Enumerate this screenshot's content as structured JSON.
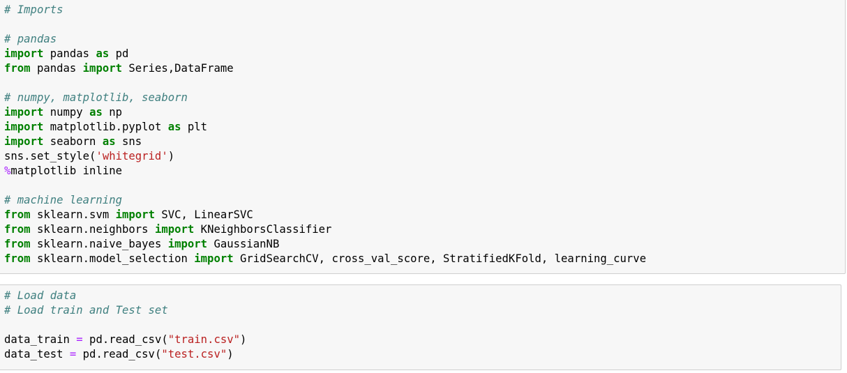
{
  "colors": {
    "comment": "#408080",
    "keyword": "#008000",
    "string": "#ba2121",
    "operator": "#aa22ff",
    "cell_background": "#f7f7f7",
    "cell_border": "#cfcfcf"
  },
  "cells": [
    {
      "lines": [
        [
          {
            "t": "comment",
            "v": "# Imports"
          }
        ],
        [],
        [
          {
            "t": "comment",
            "v": "# pandas"
          }
        ],
        [
          {
            "t": "kw",
            "v": "import"
          },
          {
            "t": "plain",
            "v": " pandas "
          },
          {
            "t": "kw",
            "v": "as"
          },
          {
            "t": "plain",
            "v": " pd"
          }
        ],
        [
          {
            "t": "kw",
            "v": "from"
          },
          {
            "t": "plain",
            "v": " pandas "
          },
          {
            "t": "kw",
            "v": "import"
          },
          {
            "t": "plain",
            "v": " Series,DataFrame"
          }
        ],
        [],
        [
          {
            "t": "comment",
            "v": "# numpy, matplotlib, seaborn"
          }
        ],
        [
          {
            "t": "kw",
            "v": "import"
          },
          {
            "t": "plain",
            "v": " numpy "
          },
          {
            "t": "kw",
            "v": "as"
          },
          {
            "t": "plain",
            "v": " np"
          }
        ],
        [
          {
            "t": "kw",
            "v": "import"
          },
          {
            "t": "plain",
            "v": " matplotlib.pyplot "
          },
          {
            "t": "kw",
            "v": "as"
          },
          {
            "t": "plain",
            "v": " plt"
          }
        ],
        [
          {
            "t": "kw",
            "v": "import"
          },
          {
            "t": "plain",
            "v": " seaborn "
          },
          {
            "t": "kw",
            "v": "as"
          },
          {
            "t": "plain",
            "v": " sns"
          }
        ],
        [
          {
            "t": "plain",
            "v": "sns.set_style("
          },
          {
            "t": "str",
            "v": "'whitegrid'"
          },
          {
            "t": "plain",
            "v": ")"
          }
        ],
        [
          {
            "t": "op-magic",
            "v": "%"
          },
          {
            "t": "plain",
            "v": "matplotlib inline"
          }
        ],
        [],
        [
          {
            "t": "comment",
            "v": "# machine learning"
          }
        ],
        [
          {
            "t": "kw",
            "v": "from"
          },
          {
            "t": "plain",
            "v": " sklearn.svm "
          },
          {
            "t": "kw",
            "v": "import"
          },
          {
            "t": "plain",
            "v": " SVC, LinearSVC"
          }
        ],
        [
          {
            "t": "kw",
            "v": "from"
          },
          {
            "t": "plain",
            "v": " sklearn.neighbors "
          },
          {
            "t": "kw",
            "v": "import"
          },
          {
            "t": "plain",
            "v": " KNeighborsClassifier"
          }
        ],
        [
          {
            "t": "kw",
            "v": "from"
          },
          {
            "t": "plain",
            "v": " sklearn.naive_bayes "
          },
          {
            "t": "kw",
            "v": "import"
          },
          {
            "t": "plain",
            "v": " GaussianNB"
          }
        ],
        [
          {
            "t": "kw",
            "v": "from"
          },
          {
            "t": "plain",
            "v": " sklearn.model_selection "
          },
          {
            "t": "kw",
            "v": "import"
          },
          {
            "t": "plain",
            "v": " GridSearchCV, cross_val_score, StratifiedKFold, learning_curve"
          }
        ]
      ]
    },
    {
      "lines": [
        [
          {
            "t": "comment",
            "v": "# Load data"
          }
        ],
        [
          {
            "t": "comment",
            "v": "# Load train and Test set"
          }
        ],
        [],
        [
          {
            "t": "plain",
            "v": "data_train "
          },
          {
            "t": "op",
            "v": "="
          },
          {
            "t": "plain",
            "v": " pd.read_csv("
          },
          {
            "t": "str",
            "v": "\"train.csv\""
          },
          {
            "t": "plain",
            "v": ")"
          }
        ],
        [
          {
            "t": "plain",
            "v": "data_test "
          },
          {
            "t": "op",
            "v": "="
          },
          {
            "t": "plain",
            "v": " pd.read_csv("
          },
          {
            "t": "str",
            "v": "\"test.csv\""
          },
          {
            "t": "plain",
            "v": ")"
          }
        ]
      ]
    }
  ]
}
